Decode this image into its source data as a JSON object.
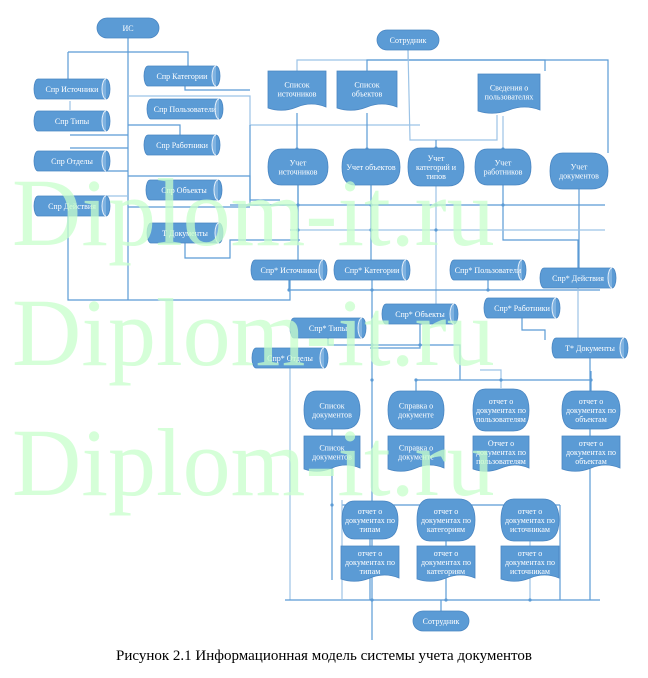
{
  "watermark": {
    "text": "Diplom-it.ru",
    "rows": 3,
    "color": "#c8ffcc"
  },
  "colors": {
    "shape_fill": "#5b9bd5",
    "connector": "#5b9bd5",
    "text": "#ffffff",
    "caption": "#000000"
  },
  "caption": "Рисунок 2.1 Информационная модель системы учета документов",
  "nodes": [
    {
      "id": "is",
      "type": "terminator",
      "label": "ИС"
    },
    {
      "id": "sotr_top",
      "type": "terminator",
      "label": "Сотрудник"
    },
    {
      "id": "spr_ist",
      "type": "database",
      "label": "Спр Источники"
    },
    {
      "id": "spr_tip",
      "type": "database",
      "label": "Спр Типы"
    },
    {
      "id": "spr_otd",
      "type": "database",
      "label": "Спр Отделы"
    },
    {
      "id": "spr_dei",
      "type": "database",
      "label": "Спр Действия"
    },
    {
      "id": "spr_kat",
      "type": "database",
      "label": "Спр Категории"
    },
    {
      "id": "spr_pol",
      "type": "database",
      "label": "Спр Пользователи"
    },
    {
      "id": "spr_rab",
      "type": "database",
      "label": "Спр Работники"
    },
    {
      "id": "spr_obj",
      "type": "database",
      "label": "Спр Объекты"
    },
    {
      "id": "t_doc",
      "type": "database",
      "label": "Т Документы"
    },
    {
      "id": "doc_sp_ist",
      "type": "document",
      "label": "Список источников"
    },
    {
      "id": "doc_sp_obj",
      "type": "document",
      "label": "Список объектов"
    },
    {
      "id": "doc_sved_pol",
      "type": "document",
      "label": "Сведения о пользователях"
    },
    {
      "id": "proc_uch_ist",
      "type": "process",
      "label": "Учет источников"
    },
    {
      "id": "proc_uch_obj",
      "type": "process",
      "label": "Учет объектов"
    },
    {
      "id": "proc_uch_kat",
      "type": "process",
      "label": "Учет категорий и типов"
    },
    {
      "id": "proc_uch_rab",
      "type": "process",
      "label": "Учет работников"
    },
    {
      "id": "proc_uch_doc",
      "type": "process",
      "label": "Учет документов"
    },
    {
      "id": "spr2_ist",
      "type": "database",
      "label": "Спр* Источники"
    },
    {
      "id": "spr2_kat",
      "type": "database",
      "label": "Спр* Категории"
    },
    {
      "id": "spr2_pol",
      "type": "database",
      "label": "Спр* Пользователи"
    },
    {
      "id": "spr2_dei",
      "type": "database",
      "label": "Спр* Действия"
    },
    {
      "id": "spr2_obj",
      "type": "database",
      "label": "Спр* Объекты"
    },
    {
      "id": "spr2_rab",
      "type": "database",
      "label": "Спр* Работники"
    },
    {
      "id": "spr2_tip",
      "type": "database",
      "label": "Спр* Типы"
    },
    {
      "id": "spr2_otd",
      "type": "database",
      "label": "Спр* Отделы"
    },
    {
      "id": "t2_doc",
      "type": "database",
      "label": "Т* Документы"
    },
    {
      "id": "proc_sp_doc",
      "type": "process",
      "label": "Список документов"
    },
    {
      "id": "proc_spr_doc",
      "type": "process",
      "label": "Справка о документе"
    },
    {
      "id": "proc_otch_pol",
      "type": "process",
      "label": "отчет о документах по пользователям"
    },
    {
      "id": "proc_otch_obj",
      "type": "process",
      "label": "отчет о документах по объектам"
    },
    {
      "id": "doc_sp_doc",
      "type": "document",
      "label": "Список документов"
    },
    {
      "id": "doc_spr_doc",
      "type": "document",
      "label": "Справка о документе"
    },
    {
      "id": "doc_otch_pol",
      "type": "document",
      "label": "Отчет о документах по пользователям"
    },
    {
      "id": "doc_otch_obj",
      "type": "document",
      "label": "отчет о документах по объектам"
    },
    {
      "id": "proc_otch_tip",
      "type": "process",
      "label": "отчет о документах по типам"
    },
    {
      "id": "proc_otch_kat",
      "type": "process",
      "label": "отчет о документах по категориям"
    },
    {
      "id": "proc_otch_ist",
      "type": "process",
      "label": "отчет о документах по источникам"
    },
    {
      "id": "doc_otch_tip",
      "type": "document",
      "label": "отчет о документах по типам"
    },
    {
      "id": "doc_otch_kat",
      "type": "document",
      "label": "отчет о документах по категориям"
    },
    {
      "id": "doc_otch_ist",
      "type": "document",
      "label": "отчет о документах по источникам"
    },
    {
      "id": "sotr_bottom",
      "type": "terminator",
      "label": "Сотрудник"
    }
  ]
}
